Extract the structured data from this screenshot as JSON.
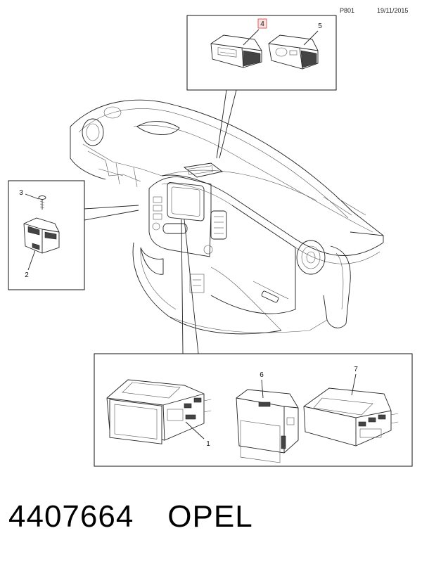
{
  "header": {
    "code": "P801",
    "date": "19/11/2015"
  },
  "callouts": {
    "c1": "1",
    "c2": "2",
    "c3": "3",
    "c4": "4",
    "c5": "5",
    "c6": "6",
    "c7": "7"
  },
  "footer": {
    "part_number": "4407664",
    "brand": "OPEL"
  },
  "colors": {
    "highlight": "#d04040"
  }
}
